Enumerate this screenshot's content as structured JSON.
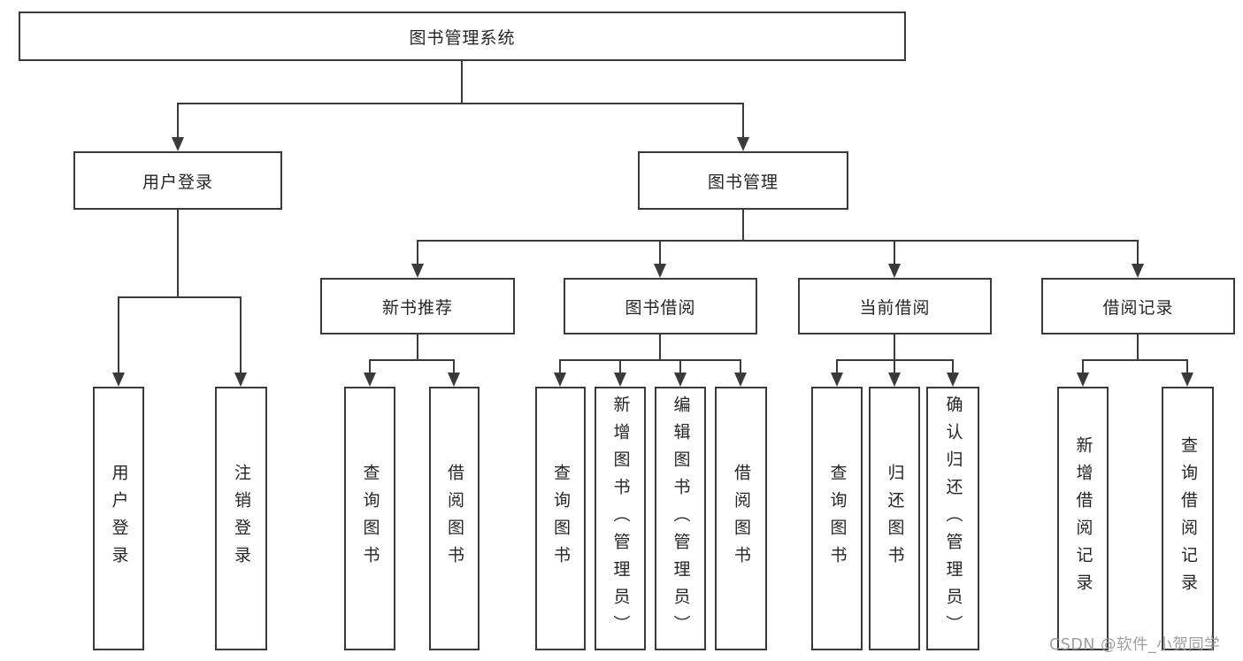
{
  "diagram": {
    "tree": {
      "label": "图书管理系统",
      "children": [
        {
          "label": "用户登录",
          "children": [
            {
              "label": "用户登录"
            },
            {
              "label": "注销登录"
            }
          ]
        },
        {
          "label": "图书管理",
          "children": [
            {
              "label": "新书推荐",
              "children": [
                {
                  "label": "查询图书"
                },
                {
                  "label": "借阅图书"
                }
              ]
            },
            {
              "label": "图书借阅",
              "children": [
                {
                  "label": "查询图书"
                },
                {
                  "label": "新增图书（管理员）"
                },
                {
                  "label": "编辑图书（管理员）"
                },
                {
                  "label": "借阅图书"
                }
              ]
            },
            {
              "label": "当前借阅",
              "children": [
                {
                  "label": "查询图书"
                },
                {
                  "label": "归还图书"
                },
                {
                  "label": "确认归还（管理员）"
                }
              ]
            },
            {
              "label": "借阅记录",
              "children": [
                {
                  "label": "新增借阅记录"
                },
                {
                  "label": "查询借阅记录"
                }
              ]
            }
          ]
        }
      ]
    },
    "line_color": "#3a3a3a"
  },
  "watermark": "CSDN @软件_小贺同学"
}
